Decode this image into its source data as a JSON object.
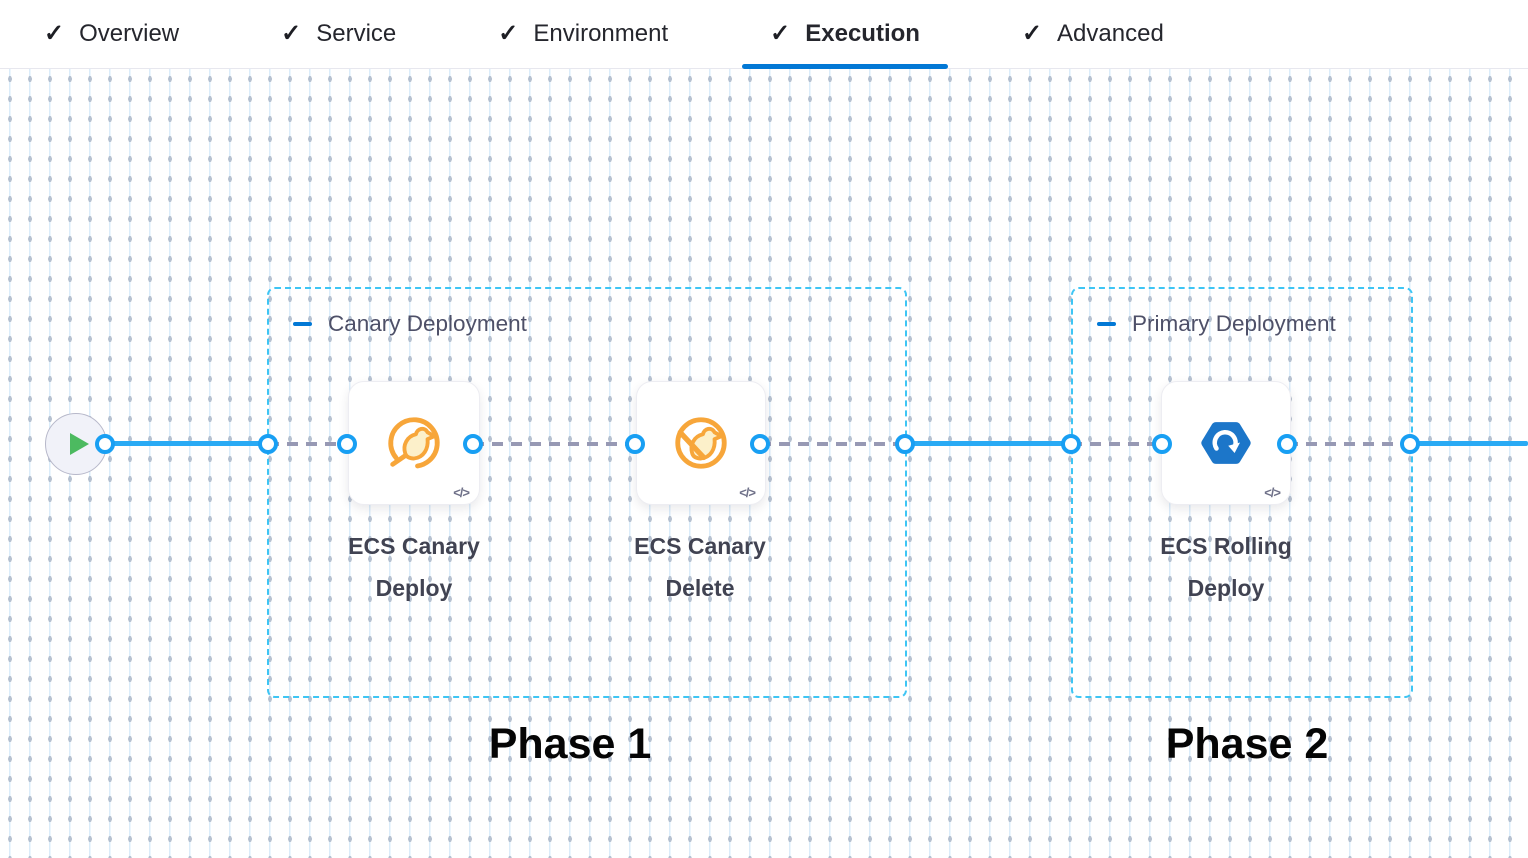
{
  "tabs": [
    {
      "label": "Overview",
      "state": "complete"
    },
    {
      "label": "Service",
      "state": "complete"
    },
    {
      "label": "Environment",
      "state": "complete"
    },
    {
      "label": "Execution",
      "state": "active"
    },
    {
      "label": "Advanced",
      "state": "complete"
    }
  ],
  "icons": {
    "check": "✓",
    "code": "</>",
    "collapse_minus": "minus",
    "start_play": "play",
    "step_icons": [
      "canary-deploy-icon",
      "canary-delete-icon",
      "ecs-rolling-icon"
    ]
  },
  "pipeline": {
    "groups": [
      {
        "label": "Canary Deployment",
        "phase": "Phase 1",
        "steps": [
          {
            "line1": "ECS Canary",
            "line2": "Deploy"
          },
          {
            "line1": "ECS Canary",
            "line2": "Delete"
          }
        ]
      },
      {
        "label": "Primary Deployment",
        "phase": "Phase 2",
        "steps": [
          {
            "line1": "ECS Rolling",
            "line2": "Deploy"
          }
        ]
      }
    ]
  },
  "colors": {
    "active_tab_underline": "#0278d5",
    "flow_line_blue": "#29aaf4",
    "group_border_cyan": "#3ec5f4",
    "dashed_connector_gray": "#9799b4",
    "canary_orange": "#f7a63a",
    "ecs_blue": "#1c76c9",
    "play_green": "#4cba60"
  }
}
